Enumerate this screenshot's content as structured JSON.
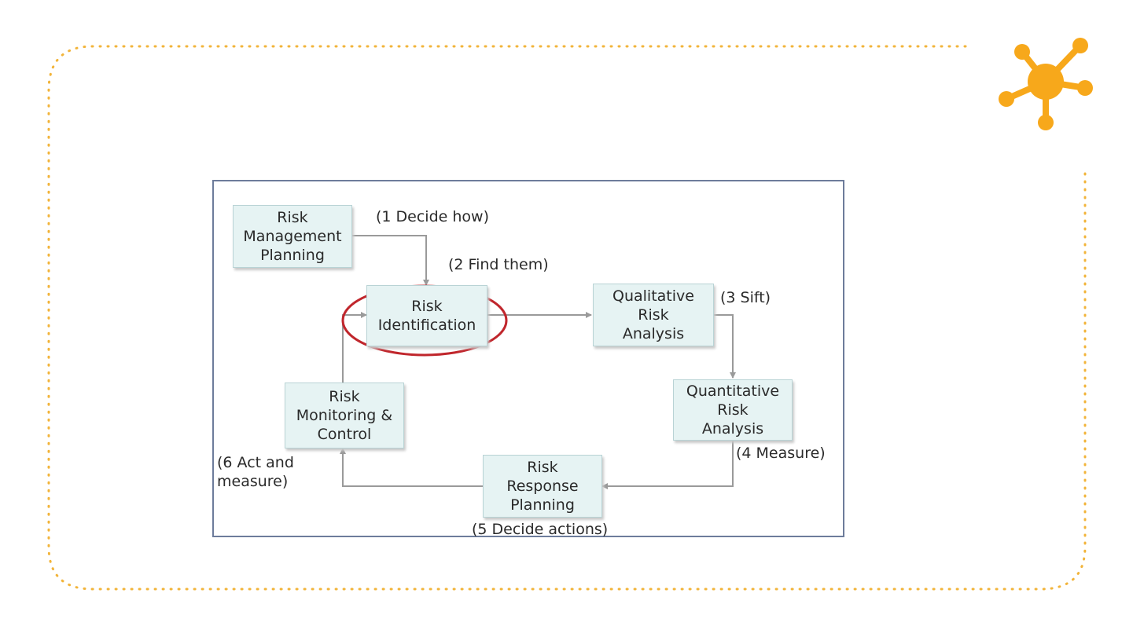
{
  "colors": {
    "frame_dots": "#f2b43a",
    "hub_orange": "#f7a81b",
    "highlight_ellipse": "#c0262c",
    "box_fill": "#e6f3f3",
    "connector": "#9a9a9a",
    "diagram_border": "#6d7c9b"
  },
  "icons": {
    "logo": "network-hub-icon"
  },
  "diagram": {
    "boxes": {
      "planning": "Risk\nManagement\nPlanning",
      "identification": "Risk\nIdentification",
      "qualitative": "Qualitative\nRisk\nAnalysis",
      "quantitative": "Quantitative\nRisk\nAnalysis",
      "response": "Risk\nResponse\nPlanning",
      "monitoring": "Risk\nMonitoring &\nControl"
    },
    "steps": {
      "s1": "(1 Decide how)",
      "s2": "(2 Find them)",
      "s3": "(3 Sift)",
      "s4": "(4 Measure)",
      "s5": "(5 Decide actions)",
      "s6": "(6 Act and\nmeasure)"
    }
  }
}
